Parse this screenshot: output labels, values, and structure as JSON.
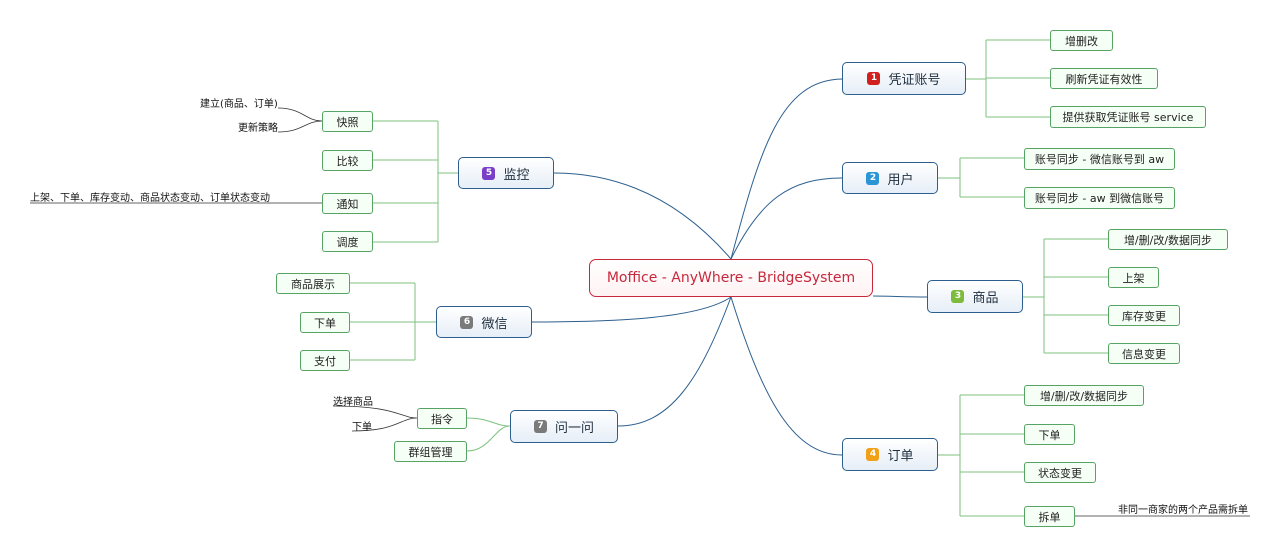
{
  "root": {
    "label": "Moffice - AnyWhere - BridgeSystem"
  },
  "colors": {
    "root_border": "#c8283c",
    "main_border": "#2c5f8e",
    "sub_border": "#56a463",
    "badge_1": "#d0211f",
    "badge_2": "#2b95d6",
    "badge_3": "#7dbb3c",
    "badge_4": "#f0a117",
    "badge_5": "#7a3fc7",
    "badge_6": "#7a7a7a",
    "badge_7": "#7a7a7a"
  },
  "branches": {
    "credential": {
      "num": "1",
      "label": "凭证账号",
      "children": [
        "增删改",
        "刷新凭证有效性",
        "提供获取凭证账号 service"
      ]
    },
    "user": {
      "num": "2",
      "label": "用户",
      "children": [
        "账号同步 - 微信账号到 aw",
        "账号同步 - aw 到微信账号"
      ]
    },
    "goods": {
      "num": "3",
      "label": "商品",
      "children": [
        "增/删/改/数据同步",
        "上架",
        "库存变更",
        "信息变更"
      ]
    },
    "order": {
      "num": "4",
      "label": "订单",
      "children": [
        "增/删/改/数据同步",
        "下单",
        "状态变更",
        "拆单"
      ],
      "note": "非同一商家的两个产品需拆单"
    },
    "monitor": {
      "num": "5",
      "label": "监控",
      "children": [
        "快照",
        "比较",
        "通知",
        "调度"
      ],
      "snapshot_notes": [
        "建立(商品、订单)",
        "更新策略"
      ],
      "notify_note": "上架、下单、库存变动、商品状态变动、订单状态变动"
    },
    "wechat": {
      "num": "6",
      "label": "微信",
      "children": [
        "商品展示",
        "下单",
        "支付"
      ]
    },
    "ask": {
      "num": "7",
      "label": "问一问",
      "children": [
        "指令",
        "群组管理"
      ],
      "command_notes": [
        "选择商品",
        "下单"
      ]
    }
  }
}
